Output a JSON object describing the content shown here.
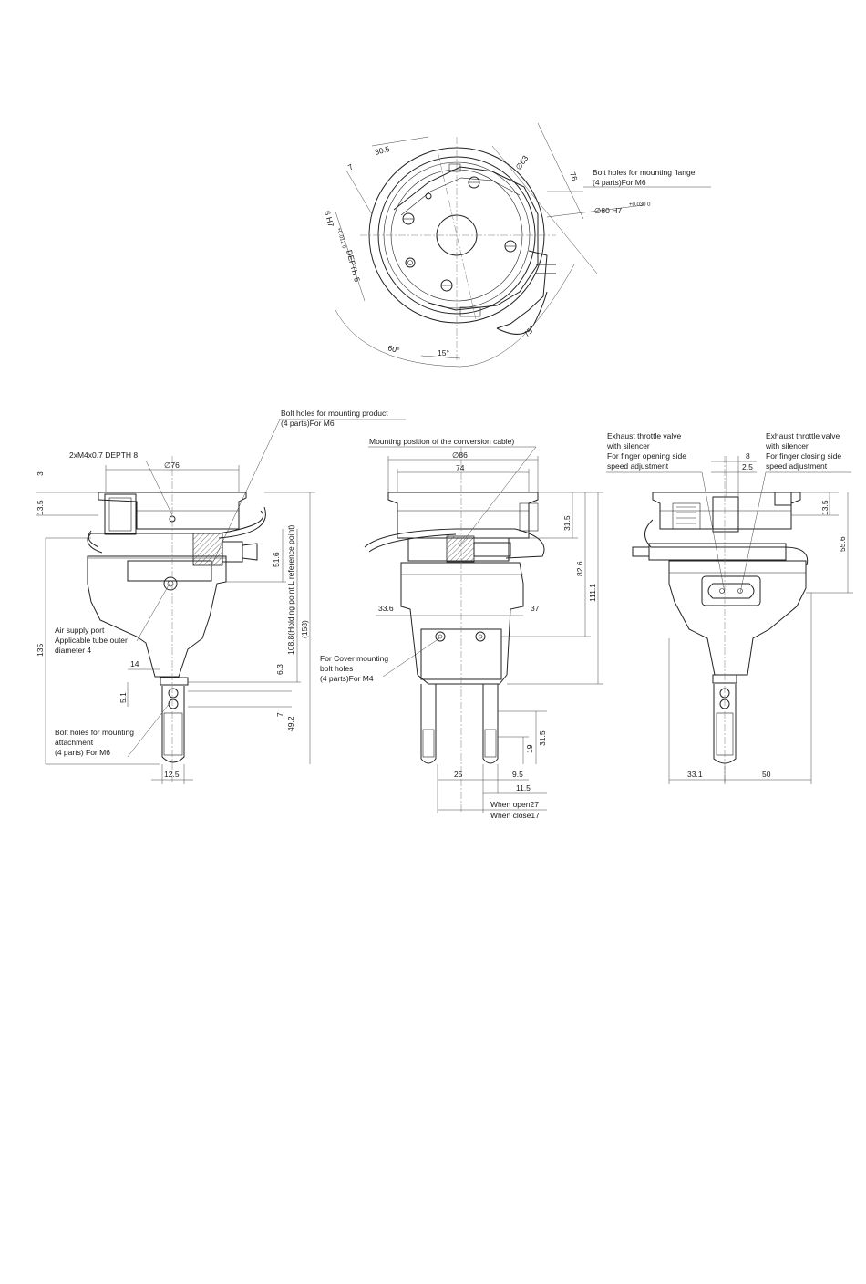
{
  "top_view": {
    "dim_7": "7",
    "dim_30_5": "30.5",
    "dim_phi63": "∅63",
    "dim_76": "76",
    "dim_6h7": "6 H7",
    "dim_6h7_tol": "+0.012 0",
    "dim_depth5": "DEPTH 5",
    "dim_phi80h7": "∅80 H7",
    "dim_phi80h7_tol": "+0.030 0",
    "angle_60": "60°",
    "angle_15": "15°",
    "angle_75": "75°",
    "note_flange_line1": "Bolt holes for mounting flange",
    "note_flange_line2": "(4 parts)For M6"
  },
  "left_view": {
    "note_product_line1": "Bolt holes for mounting product",
    "note_product_line2": "(4 parts)For M6",
    "note_m4": "2xM4x0.7 DEPTH 8",
    "dim_phi76": "∅76",
    "dim_3": "3",
    "dim_13_5": "13.5",
    "dim_135": "135",
    "dim_51_6": "51.6",
    "dim_108_8": "108.8(Holding point L reference point)",
    "dim_158": "(158)",
    "note_air_line1": "Air supply port",
    "note_air_line2": "Applicable tube outer",
    "note_air_line3": "diameter 4",
    "dim_14": "14",
    "dim_6_3": "6.3",
    "dim_5_1": "5.1",
    "dim_7": "7",
    "dim_49_2": "49.2",
    "note_attach_line1": "Bolt holes for mounting",
    "note_attach_line2": "attachment",
    "note_attach_line3": "(4 parts) For M6",
    "dim_12_5": "12.5"
  },
  "front_view": {
    "note_cable": "Mounting position of the conversion cable)",
    "dim_phi86": "∅86",
    "dim_74": "74",
    "dim_31_5_top": "31.5",
    "dim_82_6": "82.6",
    "dim_111_1": "111.1",
    "dim_33_6": "33.6",
    "dim_37": "37",
    "note_cover_line1": "For Cover mounting",
    "note_cover_line2": "bolt holes",
    "note_cover_line3": "(4 parts)For M4",
    "dim_31_5_bot": "31.5",
    "dim_19": "19",
    "dim_25": "25",
    "dim_9_5": "9.5",
    "dim_11_5": "11.5",
    "when_open": "When open27",
    "when_close": "When close17"
  },
  "right_view": {
    "note_exh_open_line1": "Exhaust throttle valve",
    "note_exh_open_line2": "with silencer",
    "note_exh_open_line3": "For finger opening side",
    "note_exh_open_line4": "speed adjustment",
    "note_exh_close_line1": "Exhaust throttle valve",
    "note_exh_close_line2": "with silencer",
    "note_exh_close_line3": "For finger closing side",
    "note_exh_close_line4": "speed adjustment",
    "dim_8": "8",
    "dim_2_5": "2.5",
    "dim_13_5": "13.5",
    "dim_55_6": "55.6",
    "dim_33_1": "33.1",
    "dim_50": "50"
  }
}
